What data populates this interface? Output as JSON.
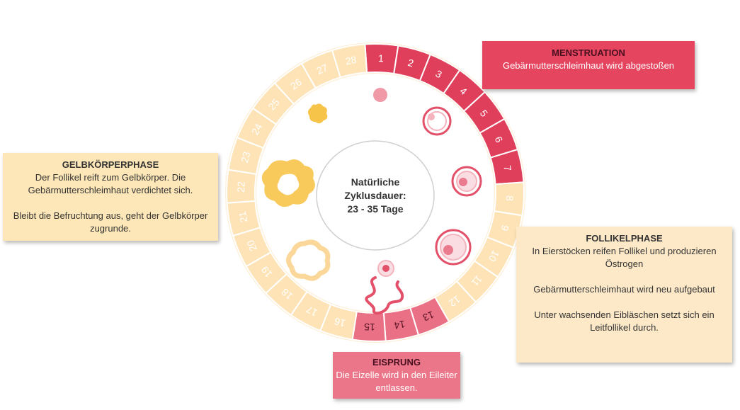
{
  "center": {
    "line1": "Natürliche",
    "line2": "Zyklusdauer:",
    "line3": "23 - 35 Tage"
  },
  "days": [
    "1",
    "2",
    "3",
    "4",
    "5",
    "6",
    "7",
    "8",
    "9",
    "10",
    "11",
    "12",
    "13",
    "14",
    "15",
    "16",
    "17",
    "18",
    "19",
    "20",
    "21",
    "22",
    "23",
    "24",
    "25",
    "26",
    "27",
    "28"
  ],
  "phases": {
    "menstruation": {
      "title": "MENSTRUATION",
      "text": "Gebärmutterschleimhaut wird abgestoßen",
      "color": "#e5455f"
    },
    "gelbkoerper": {
      "title": "GELBKÖRPERPHASE",
      "text1": "Der Follikel reift zum Gelbkörper. Die Gebärmutterschleimhaut verdichtet sich.",
      "text2": "Bleibt die Befruchtung aus, geht der Gelbkörper zugrunde.",
      "color": "#fde6b7"
    },
    "follikel": {
      "title": "FOLLIKELPHASE",
      "text1": "In Eierstöcken reifen Follikel und produzieren Östrogen",
      "text2": "Gebärmutterschleimhaut wird neu aufgebaut",
      "text3": "Unter wachsenden Eibläschen setzt sich ein Leitfollikel durch.",
      "color": "#fde9c8"
    },
    "eisprung": {
      "title": "EISPRUNG",
      "text": "Die Eizelle wird in den Eileiter entlassen.",
      "color": "#ec7689"
    }
  },
  "icons": [
    "ovum-dot-icon",
    "follicle-small-icon",
    "follicle-growing-icon",
    "follicle-large-icon",
    "ovulation-icon",
    "corpus-luteum-small-icon",
    "corpus-luteum-large-icon",
    "corpus-luteum-fading-icon"
  ]
}
